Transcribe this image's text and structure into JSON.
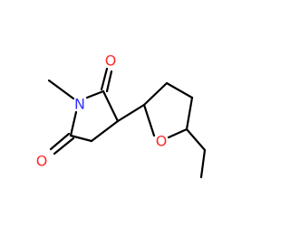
{
  "molecule": {
    "atoms": {
      "n": {
        "label": "N",
        "color": "#3333ff"
      },
      "o_carbonyl_top": {
        "label": "O",
        "color": "#ff2a2a"
      },
      "o_carbonyl_bottom": {
        "label": "O",
        "color": "#ff2a2a"
      },
      "o_ring": {
        "label": "O",
        "color": "#ff2a2a"
      }
    },
    "bond_color": "#000000",
    "background": "#ffffff"
  }
}
